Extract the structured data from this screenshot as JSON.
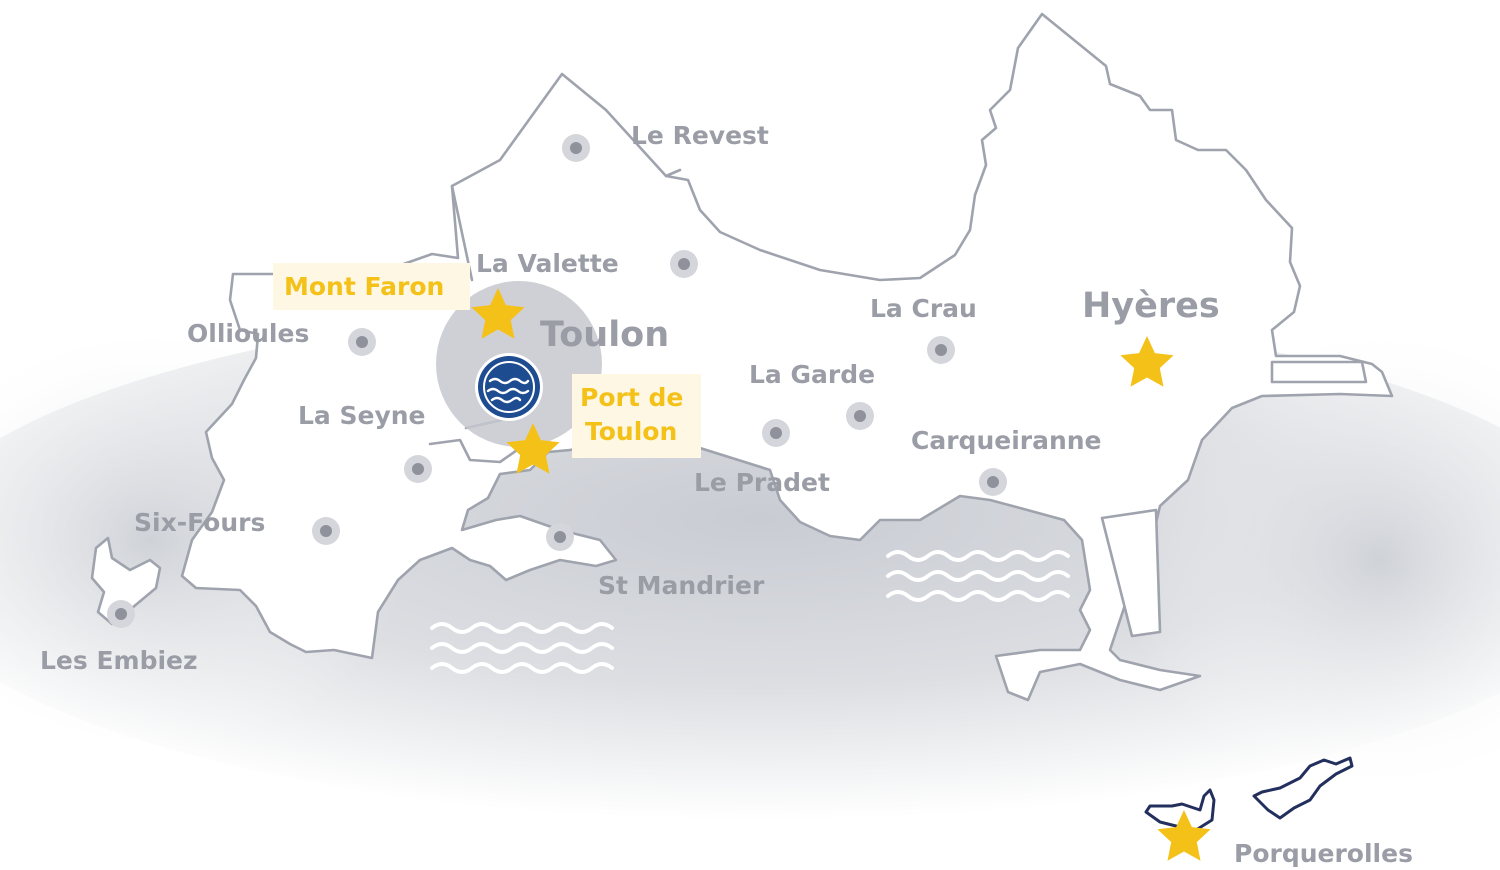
{
  "cities": {
    "le_revest": "Le Revest",
    "la_valette": "La Valette",
    "toulon": "Toulon",
    "ollioules": "Ollioules",
    "la_seyne": "La Seyne",
    "six_fours": "Six-Fours",
    "les_embiez": "Les Embiez",
    "st_mandrier": "St Mandrier",
    "la_garde": "La Garde",
    "le_pradet": "Le Pradet",
    "la_crau": "La Crau",
    "carqueiranne": "Carqueiranne",
    "hyeres": "Hyères",
    "porquerolles": "Porquerolles"
  },
  "highlights": {
    "mont_faron": "Mont Faron",
    "port_line1": "Port de",
    "port_line2": "Toulon"
  },
  "icons": {
    "star": "star-icon",
    "port": "water-waves-icon",
    "dot": "location-dot-icon"
  },
  "colors": {
    "label": "#9a9da6",
    "highlight": "#f4c119",
    "highlight_bg": "#fdf7e3",
    "coast": "#9fa3ad",
    "sea": "#d9dbe0",
    "port_badge": "#1e4c91",
    "island_outline": "#23305e"
  }
}
